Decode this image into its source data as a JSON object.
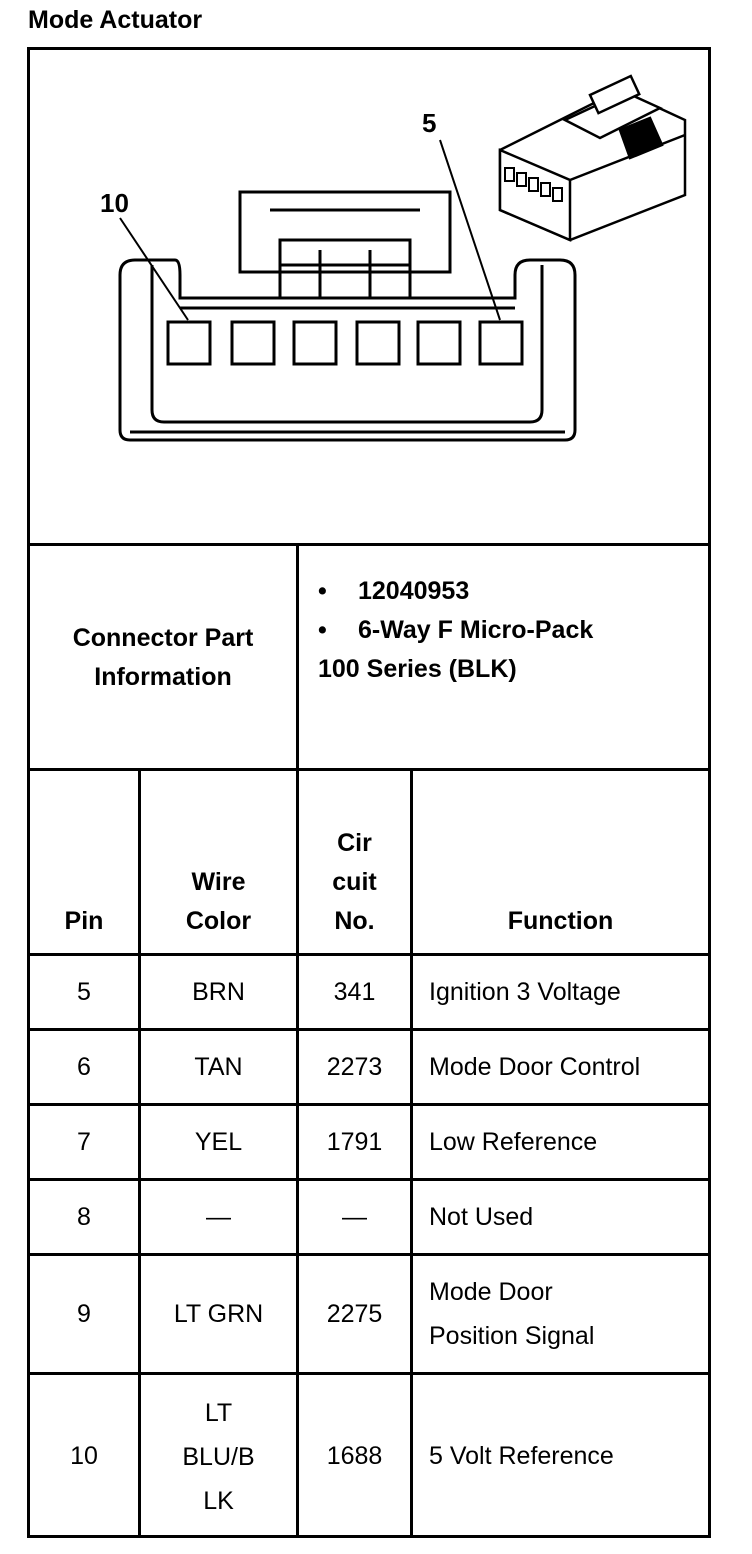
{
  "title": "Mode Actuator",
  "diagram": {
    "pin_labels": {
      "left": "10",
      "right": "5"
    }
  },
  "connector_info": {
    "label_lines": [
      "Connector Part",
      "Information"
    ],
    "bullet_glyph": "•",
    "items": [
      "12040953",
      "6-Way F Micro-Pack"
    ],
    "extra_line": "100 Series (BLK)"
  },
  "table": {
    "headers": {
      "pin": "Pin",
      "wire_color_lines": [
        "Wire",
        "Color"
      ],
      "circuit_lines": [
        "Cir",
        "cuit",
        "No."
      ],
      "function": "Function"
    },
    "rows": [
      {
        "pin": "5",
        "wire_lines": [
          "BRN"
        ],
        "circuit": "341",
        "function_lines": [
          "Ignition 3 Voltage"
        ]
      },
      {
        "pin": "6",
        "wire_lines": [
          "TAN"
        ],
        "circuit": "2273",
        "function_lines": [
          "Mode Door Control"
        ]
      },
      {
        "pin": "7",
        "wire_lines": [
          "YEL"
        ],
        "circuit": "1791",
        "function_lines": [
          "Low Reference"
        ]
      },
      {
        "pin": "8",
        "wire_lines": [
          "—"
        ],
        "circuit": "—",
        "function_lines": [
          "Not Used"
        ]
      },
      {
        "pin": "9",
        "wire_lines": [
          "LT GRN"
        ],
        "circuit": "2275",
        "function_lines": [
          "Mode Door",
          "Position Signal"
        ]
      },
      {
        "pin": "10",
        "wire_lines": [
          "LT",
          "BLU/B",
          "LK"
        ],
        "circuit": "1688",
        "function_lines": [
          "5 Volt Reference"
        ]
      }
    ]
  }
}
